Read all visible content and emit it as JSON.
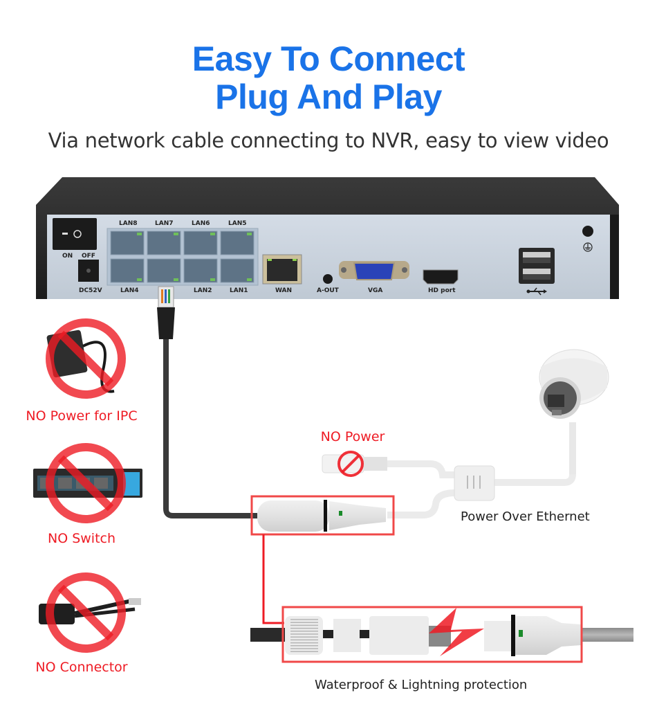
{
  "header": {
    "title_line1": "Easy To Connect",
    "title_line2": "Plug And Play",
    "subtitle": "Via network cable connecting to NVR, easy to view video"
  },
  "nvr": {
    "power_switch": {
      "on": "ON",
      "off": "OFF"
    },
    "dc_label": "DC52V",
    "lan_top": [
      "LAN8",
      "LAN7",
      "LAN6",
      "LAN5"
    ],
    "lan_bottom": [
      "LAN4",
      "",
      "LAN2",
      "LAN1"
    ],
    "wan": "WAN",
    "audio": "A-OUT",
    "vga": "VGA",
    "hd": "HD port",
    "usb_icon": "usb-icon",
    "ground_icon": "ground-icon"
  },
  "not_needed": [
    {
      "label": "NO Power for IPC",
      "icon": "power-adapter-icon"
    },
    {
      "label": "NO Switch",
      "icon": "network-switch-icon"
    },
    {
      "label": "NO Connector",
      "icon": "poe-splitter-icon"
    }
  ],
  "diagram": {
    "no_power": "NO Power",
    "poe": "Power Over Ethernet",
    "waterproof": "Waterproof & Lightning protection"
  },
  "colors": {
    "title_blue": "#1a73e8",
    "warning_red": "#ee1b24",
    "highlight_box": "#f04848",
    "nvr_body": "#2b2b2b",
    "nvr_panel": "#c9d3de"
  }
}
